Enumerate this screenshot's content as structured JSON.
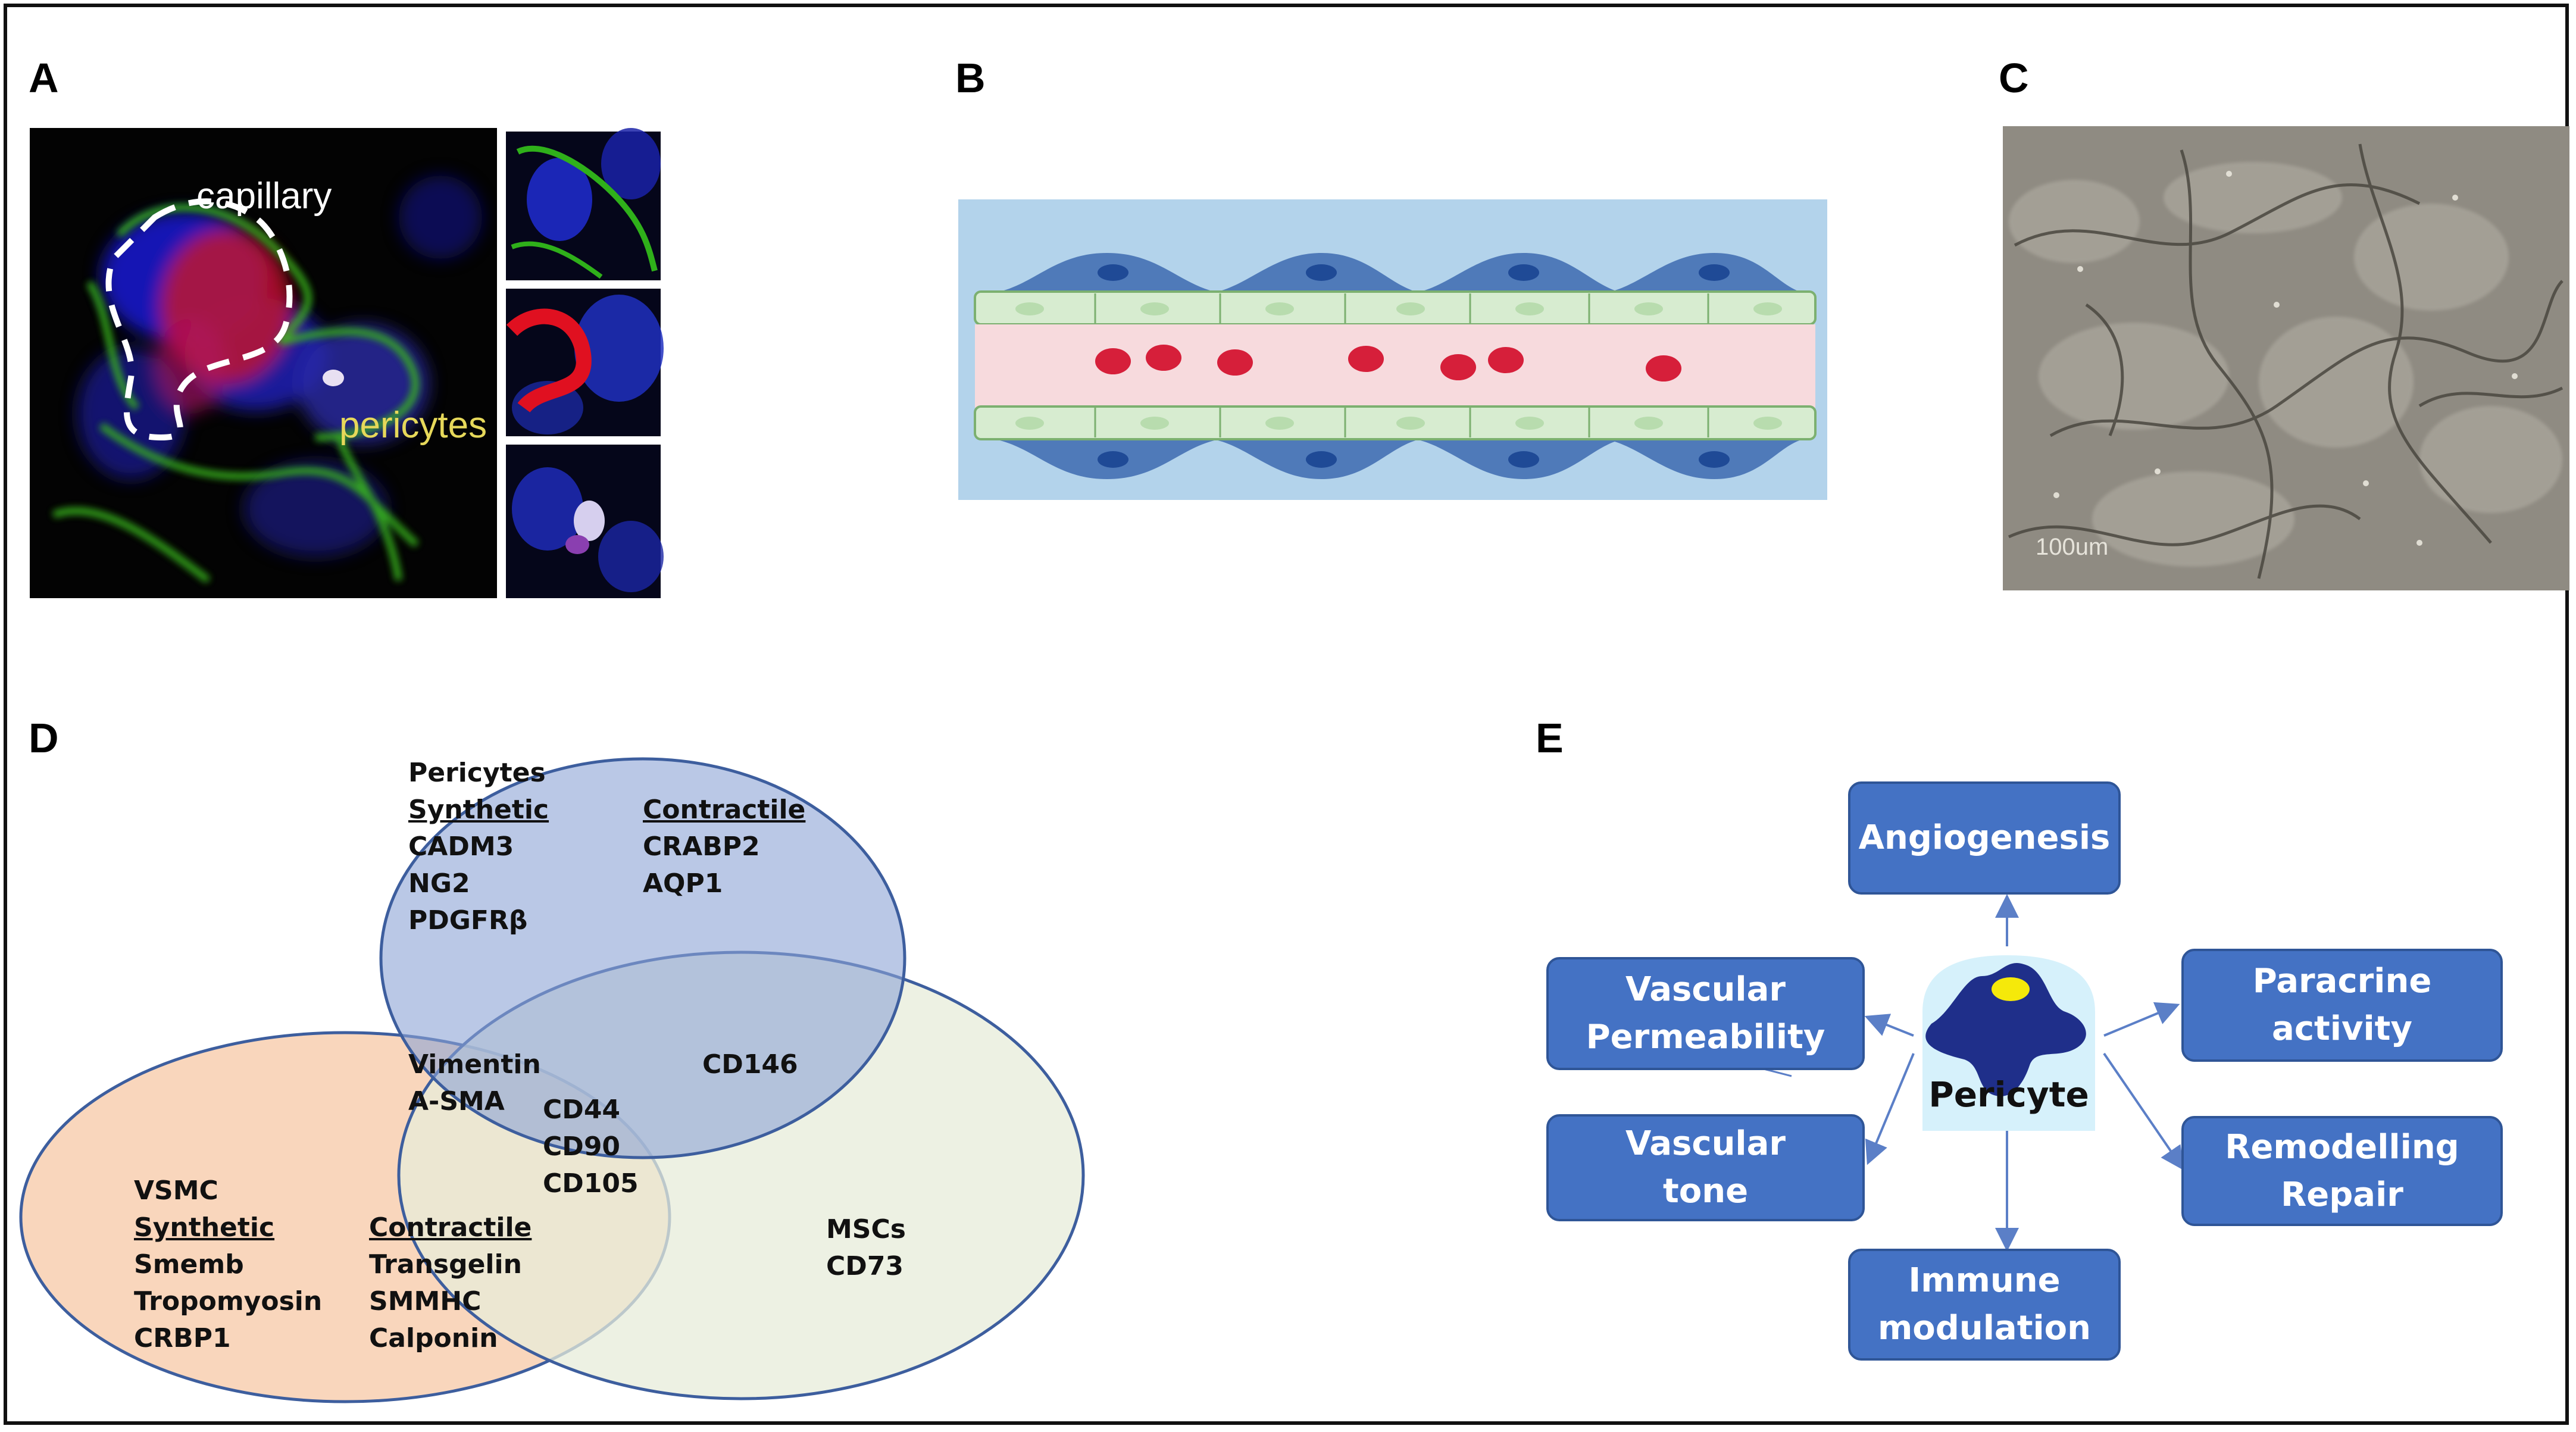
{
  "panels": {
    "a": {
      "label": "A",
      "text_capillary": "capillary",
      "text_pericytes": "pericytes"
    },
    "b": {
      "label": "B"
    },
    "c": {
      "label": "C",
      "scale_bar": "100um"
    },
    "d": {
      "label": "D",
      "pericytes": {
        "title": "Pericytes",
        "synthetic_header": "Synthetic",
        "synthetic_markers": [
          "CADM3",
          "NG2",
          "PDGFRβ"
        ],
        "contractile_header": "Contractile",
        "contractile_markers": [
          "CRABP2",
          "AQP1"
        ]
      },
      "peri_vsmc_overlap": [
        "Vimentin",
        "A-SMA"
      ],
      "peri_msc_overlap": [
        "CD146"
      ],
      "center_overlap": [
        "CD44",
        "CD90",
        "CD105"
      ],
      "vsmc": {
        "title": "VSMC",
        "synthetic_header": "Synthetic",
        "synthetic_markers": [
          "Smemb",
          "Tropomyosin",
          "CRBP1"
        ],
        "contractile_header": "Contractile",
        "contractile_markers": [
          "Transgelin",
          "SMMHC",
          "Calponin"
        ]
      },
      "mscs": {
        "title": "MSCs",
        "markers": [
          "CD73"
        ]
      },
      "colors": {
        "pericytes_fill": "#b4c4e4",
        "vsmc_fill": "#f8cfb0",
        "mscs_fill": "#e7ecd9",
        "outline": "#3d5e9e"
      }
    },
    "e": {
      "label": "E",
      "center": "Pericyte",
      "boxes": {
        "angiogenesis": [
          "Angiogenesis"
        ],
        "vascular_permeability": [
          "Vascular",
          "Permeability"
        ],
        "vascular_tone": [
          "Vascular",
          "tone"
        ],
        "paracrine_activity": [
          "Paracrine",
          "activity"
        ],
        "remodelling_repair": [
          "Remodelling",
          "Repair"
        ],
        "immune_modulation": [
          "Immune",
          "modulation"
        ]
      },
      "colors": {
        "box_fill": "#4472c4",
        "box_border": "#2f5597",
        "cell": "#1f2f8a",
        "nucleus": "#f5e90a",
        "center_bg": "#d6f1fb"
      }
    }
  }
}
